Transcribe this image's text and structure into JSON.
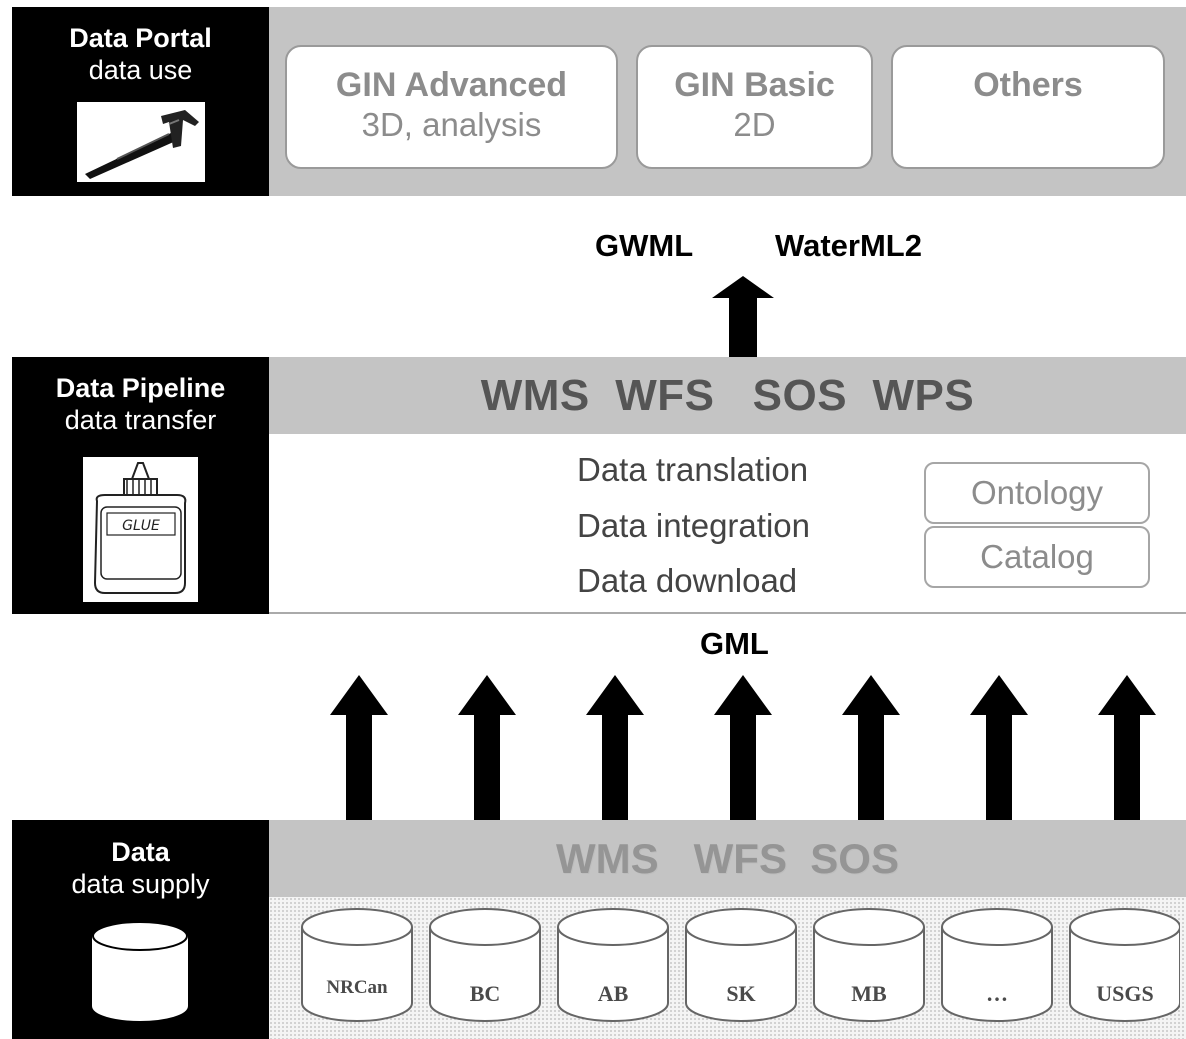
{
  "portal": {
    "title": "Data Portal",
    "subtitle": "data use",
    "icon": "hammer-icon",
    "boxes": [
      {
        "title": "GIN Advanced",
        "subtitle": "3D, analysis"
      },
      {
        "title": "GIN Basic",
        "subtitle": "2D"
      },
      {
        "title": "Others",
        "subtitle": ""
      }
    ]
  },
  "formats_top": {
    "left": "GWML",
    "right": "WaterML2"
  },
  "pipeline": {
    "title": "Data Pipeline",
    "subtitle": "data transfer",
    "icon": "glue-bottle-icon",
    "glue_text": "GLUE",
    "services": "WMS  WFS   SOS  WPS",
    "functions": [
      "Data translation",
      "Data integration",
      "Data download"
    ],
    "side_boxes": [
      "Ontology",
      "Catalog"
    ]
  },
  "format_bottom": "GML",
  "supply": {
    "title": "Data",
    "subtitle": "data supply",
    "icon": "database-icon",
    "services": "WMS   WFS  SOS",
    "databases": [
      "NRCan",
      "BC",
      "AB",
      "SK",
      "MB",
      "…",
      "USGS"
    ]
  },
  "colors": {
    "panel": "#000000",
    "bar": "#c4c4c4",
    "box_text": "#8c8c8c",
    "arrow": "#000000"
  }
}
